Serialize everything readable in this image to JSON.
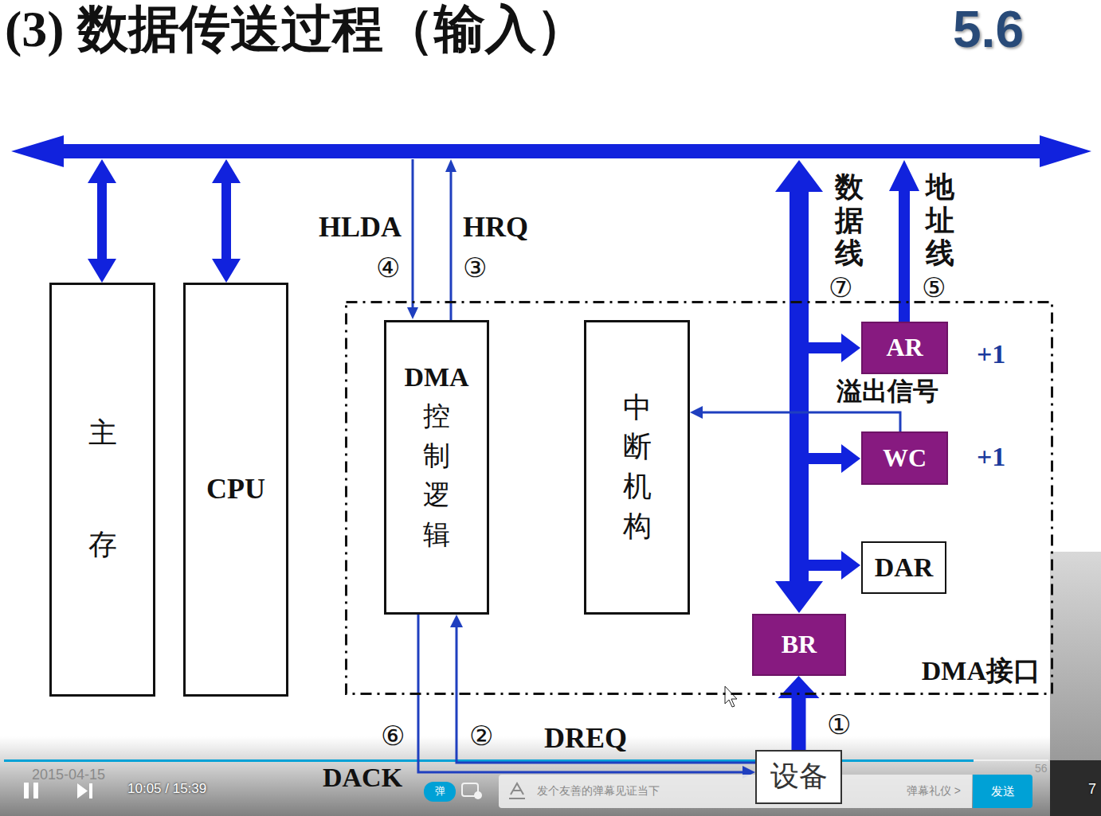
{
  "diagram": {
    "title": "(3) 数据传送过程（输入）",
    "nodes": [
      {
        "text": [
          "主存"
        ]
      },
      {
        "text": [
          "CPU"
        ]
      },
      {
        "text": [
          "DMA接口"
        ]
      },
      {
        "text": [
          "DMA控制逻辑"
        ],
        "in": 2
      },
      {
        "text": [
          "中断机构"
        ],
        "in": 2
      },
      {
        "text": [
          "AR"
        ],
        "in": 2
      },
      {
        "text": [
          "WC"
        ],
        "in": 2
      },
      {
        "text": [
          "DAR"
        ],
        "in": 2
      },
      {
        "text": [
          "BR"
        ],
        "in": 2
      },
      {
        "text": [
          "设备"
        ]
      },
      {
        "text": [
          "弹"
        ]
      },
      {
        "text": [
          "发个友善的弹幕见证当下",
          "弹幕礼仪 >"
        ]
      },
      {
        "text": [
          "发送"
        ]
      }
    ],
    "edges": [
      {
        "from": 9,
        "to": 8,
        "arrow": "to"
      },
      {
        "from": 9,
        "to": 3,
        "arrow": "to"
      },
      {
        "from": 3,
        "to": 9,
        "arrow": "to"
      },
      {
        "from": 6,
        "to": 4,
        "arrow": "to"
      }
    ],
    "labels": [
      "5.6",
      "HLDA",
      "④",
      "HRQ",
      "③",
      "数据线",
      "⑦",
      "地址线",
      "⑤",
      "+1",
      "溢出信号",
      "+1",
      "①",
      "⑥",
      "②",
      "DREQ",
      "DACK",
      "2015-04-15",
      "10:05 / 15:39",
      "56",
      "7"
    ]
  }
}
